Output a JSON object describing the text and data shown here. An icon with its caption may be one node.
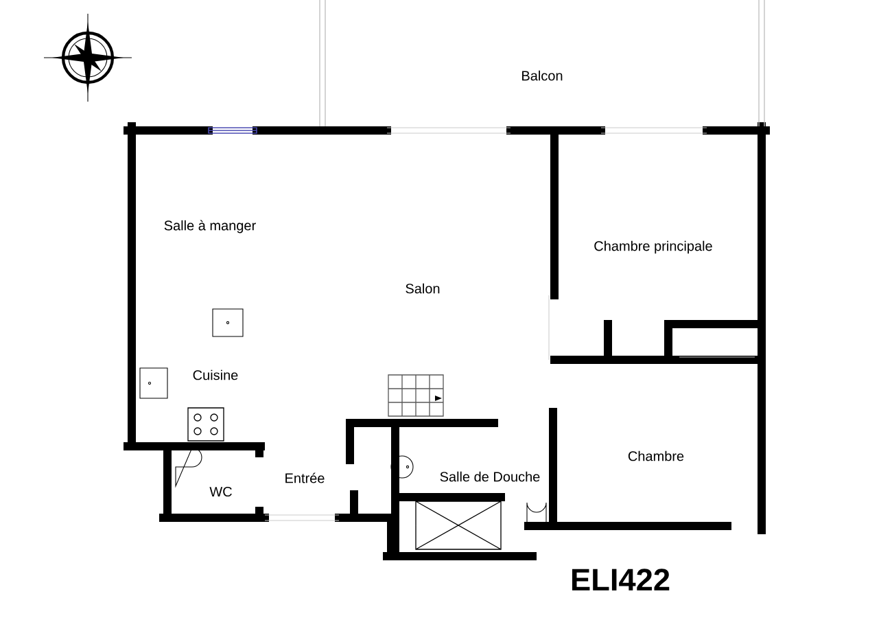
{
  "diagram": {
    "labels": [
      "Balcon",
      "Salle à manger",
      "Chambre principale",
      "Salon",
      "Cuisine",
      "Chambre",
      "Entrée",
      "Salle de Douche",
      "WC",
      "ELI422"
    ]
  }
}
